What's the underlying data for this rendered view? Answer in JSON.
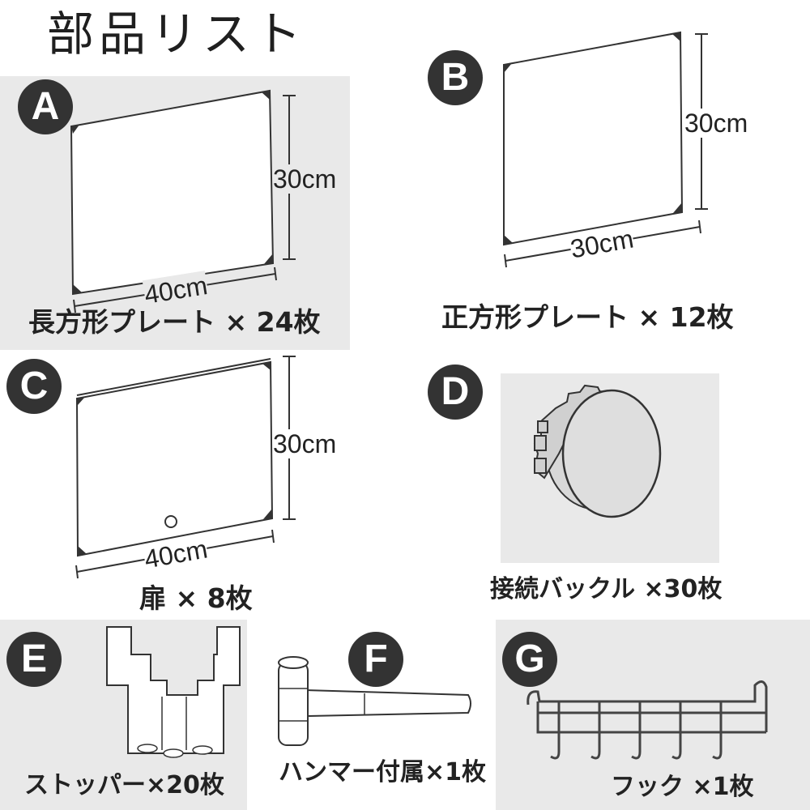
{
  "title": "部品リスト",
  "parts": {
    "A": {
      "badge": "A",
      "width_label": "40cm",
      "height_label": "30cm",
      "caption": "長方形プレート × 24枚"
    },
    "B": {
      "badge": "B",
      "width_label": "30cm",
      "height_label": "30cm",
      "caption": "正方形プレート × 12枚"
    },
    "C": {
      "badge": "C",
      "width_label": "40cm",
      "height_label": "30cm",
      "caption": "扉 × 8枚"
    },
    "D": {
      "badge": "D",
      "caption": "接続バックル ×30枚"
    },
    "E": {
      "badge": "E",
      "caption": "ストッパー×20枚"
    },
    "F": {
      "badge": "F",
      "caption": "ハンマー付属×1枚"
    },
    "G": {
      "badge": "G",
      "caption": "フック ×1枚"
    }
  },
  "colors": {
    "panel_bg": "#e9e9e9",
    "badge_bg": "#333333",
    "badge_text": "#ffffff"
  }
}
